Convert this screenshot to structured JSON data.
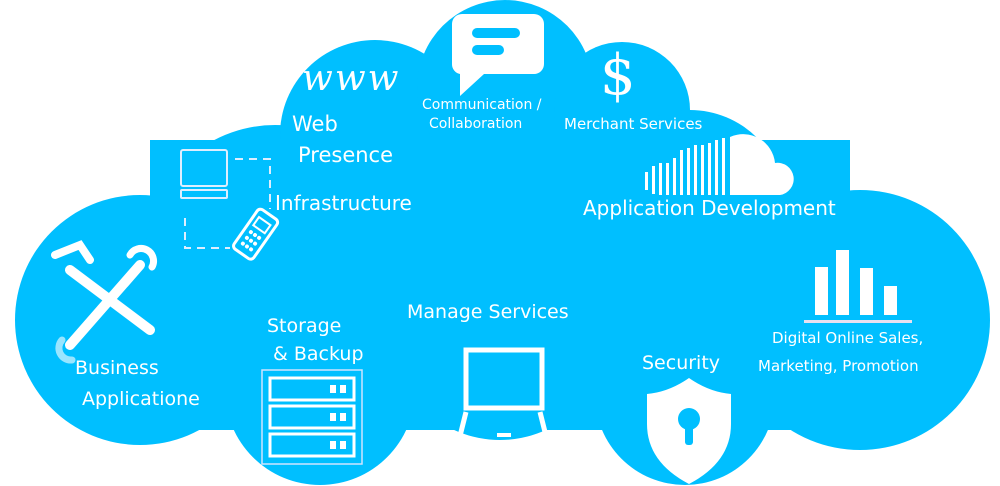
{
  "colors": {
    "cloud": "#00BFFF",
    "icon": "#FFFFFF"
  },
  "logo_text": "www",
  "labels": {
    "web_presence_1": "Web",
    "web_presence_2": "Presence",
    "communication_1": "Communication /",
    "communication_2": "Collaboration",
    "merchant": "Merchant Services",
    "infrastructure": "Infrastructure",
    "app_dev": "Application Development",
    "business_1": "Business",
    "business_2": "Applicatione",
    "storage_1": "Storage",
    "storage_2": "& Backup",
    "manage": "Manage Services",
    "security": "Security",
    "digital_1": "Digital Online Sales,",
    "digital_2": "Marketing, Promotion"
  },
  "dollar": "$"
}
